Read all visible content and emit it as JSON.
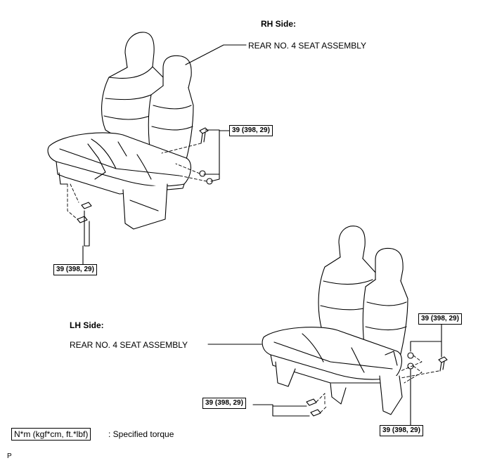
{
  "rh": {
    "side": "RH Side:",
    "assembly": "REAR NO. 4 SEAT ASSEMBLY",
    "torque_top": "39 (398, 29)",
    "torque_left": "39 (398, 29)"
  },
  "lh": {
    "side": "LH Side:",
    "assembly": "REAR NO. 4 SEAT ASSEMBLY",
    "torque_right_top": "39 (398, 29)",
    "torque_left": "39 (398, 29)",
    "torque_bottom": "39 (398, 29)"
  },
  "legend": {
    "unit": "N*m (kgf*cm, ft.*lbf)",
    "desc": ": Specified torque"
  },
  "footer": "P"
}
